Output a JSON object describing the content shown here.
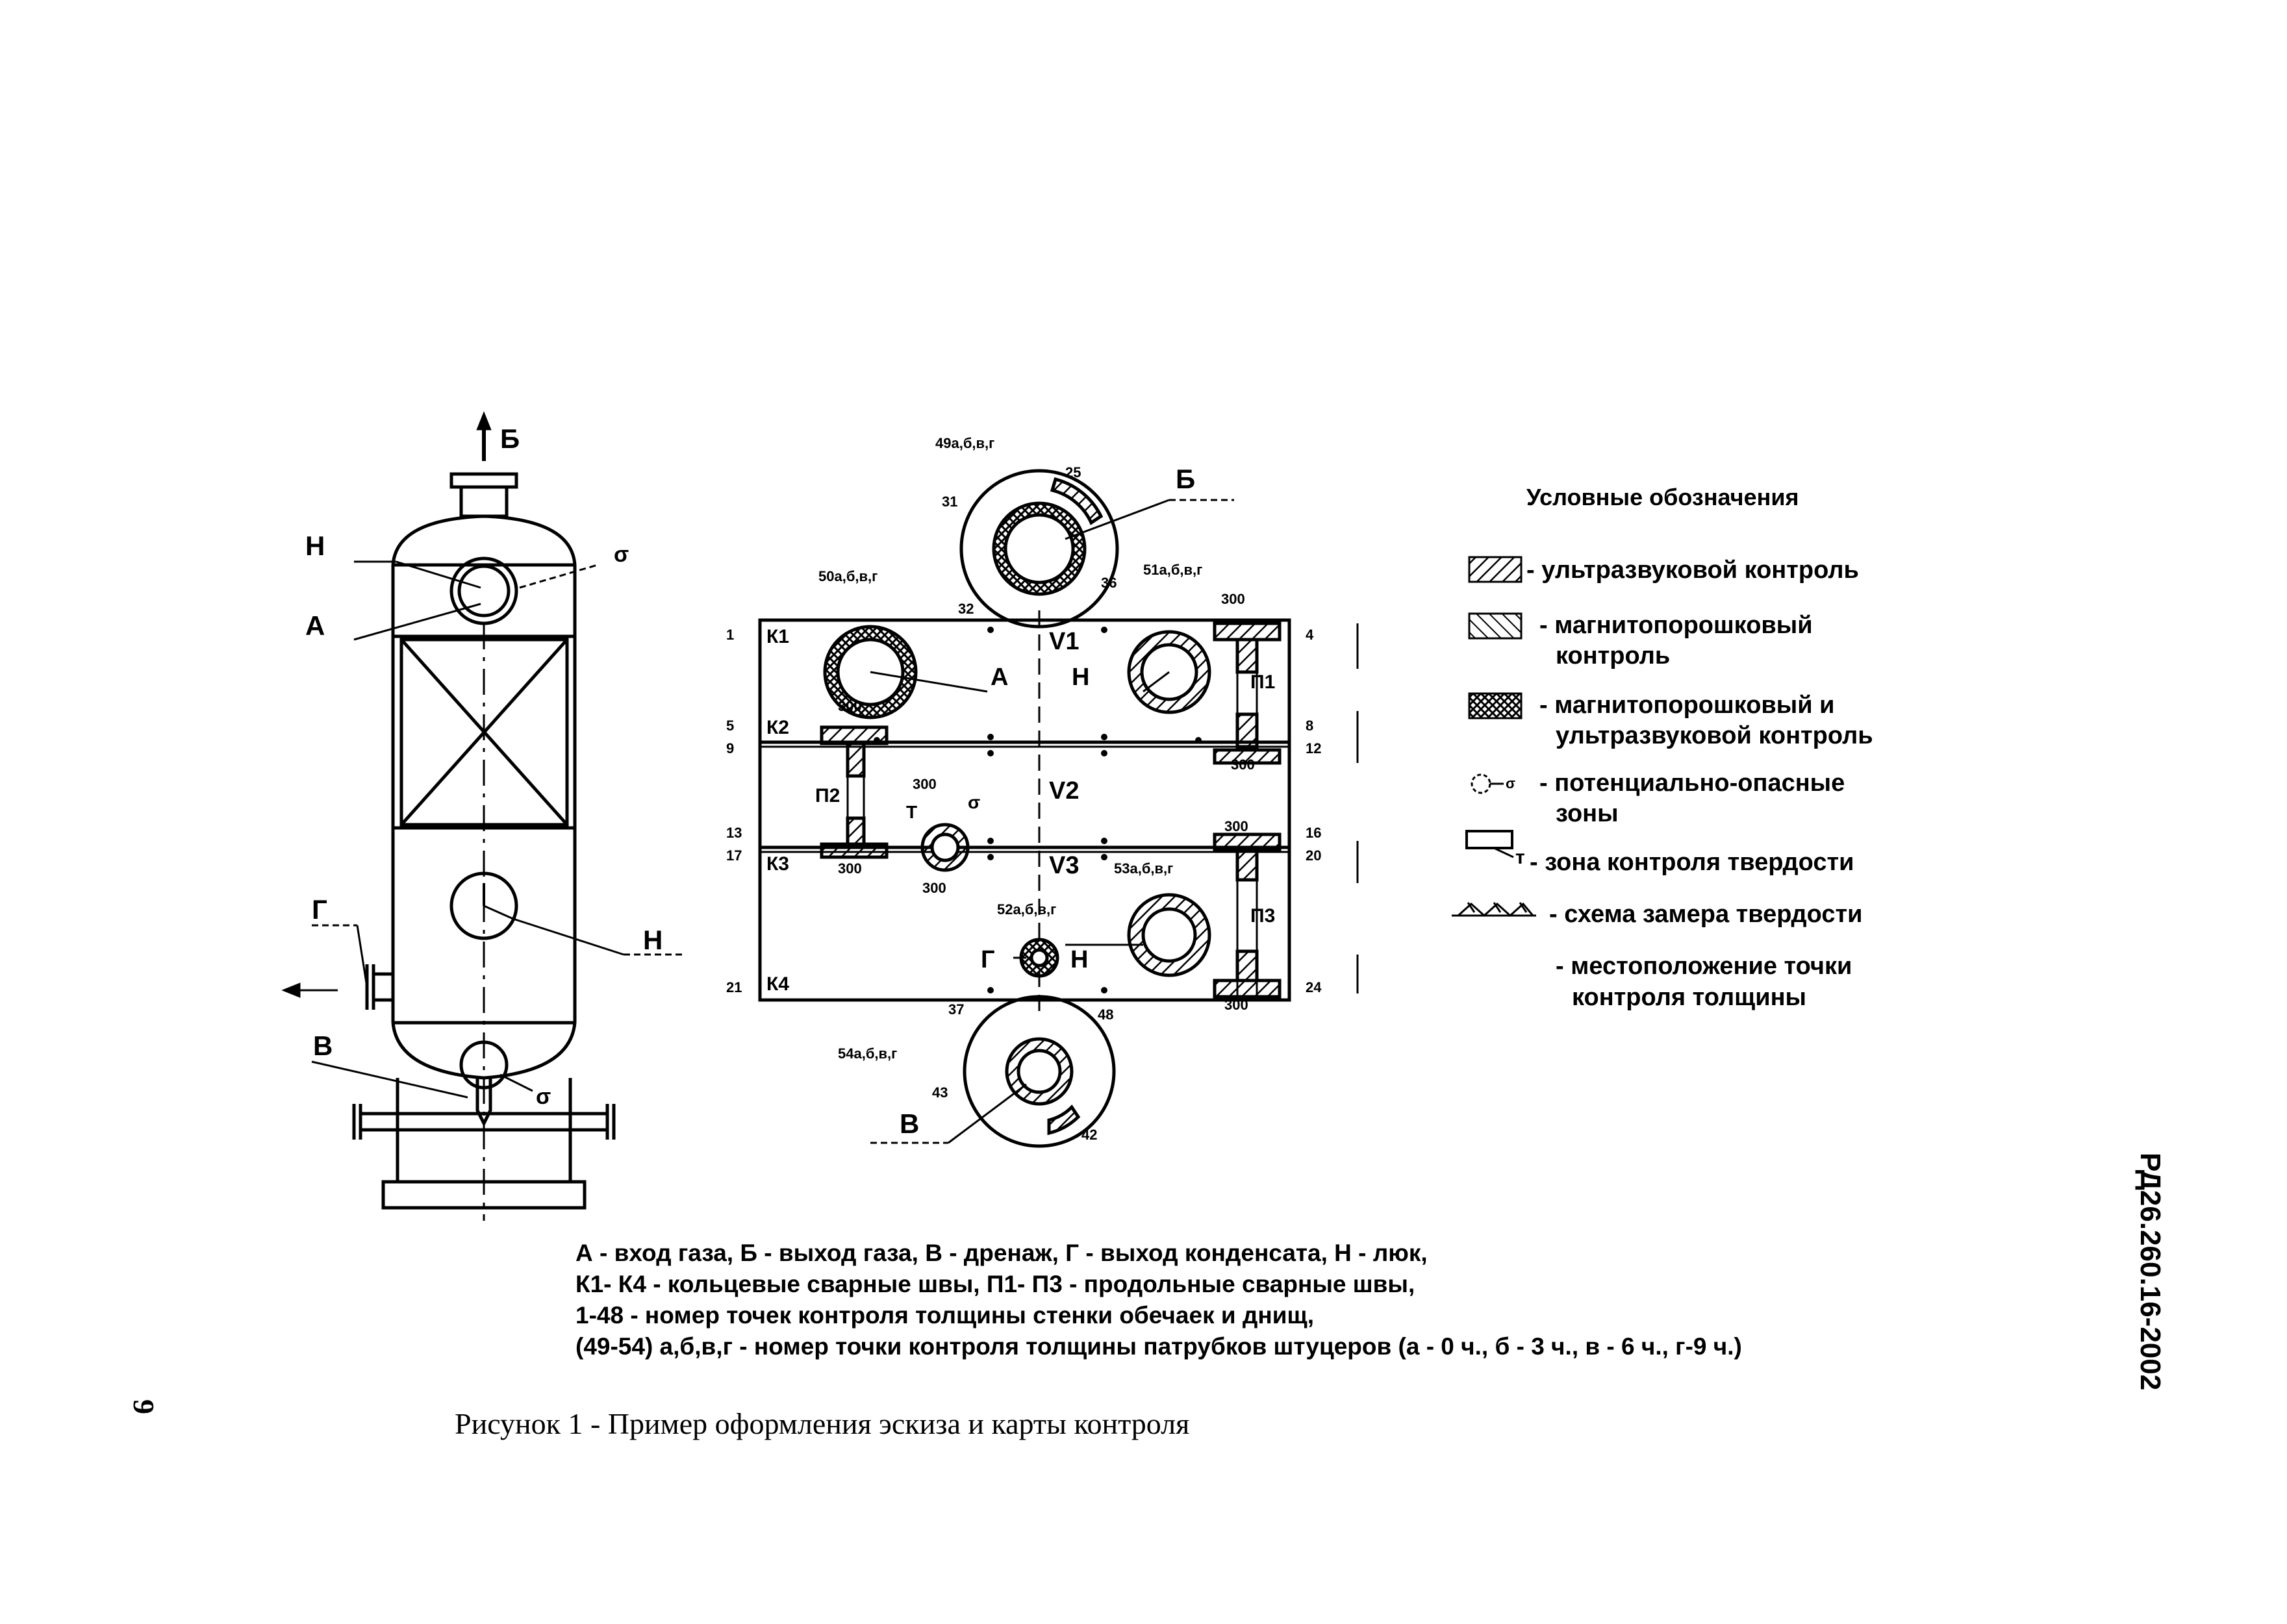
{
  "vessel_labels": {
    "gas_out": "Б",
    "hatch": "Н",
    "gas_in": "А",
    "zone_mark": "σ",
    "condensate": "Г",
    "drain": "В"
  },
  "map": {
    "nozzle_top_points": "49а,б,в,г",
    "n25": "25",
    "n31": "31",
    "n32": "32",
    "n36": "36",
    "nozzle_a_points": "50а,б,в,г",
    "nozzle_h_points": "51а,б,в,г",
    "rows": [
      "1",
      "5",
      "9",
      "13",
      "17",
      "21"
    ],
    "right_rows": [
      "4",
      "8",
      "12",
      "16",
      "20",
      "24"
    ],
    "welds": [
      "К1",
      "К2",
      "К3",
      "К4"
    ],
    "long_welds": [
      "П1",
      "П2",
      "П3"
    ],
    "zones": [
      "V1",
      "V2",
      "V3"
    ],
    "dim300": "300",
    "hardness_mark": "Т",
    "n52": "52а,б,в,г",
    "n53": "53а,б,в,г",
    "n54": "54а,б,в,г",
    "n37": "37",
    "n43": "43",
    "n48": "48",
    "n42": "42"
  },
  "legend": {
    "title": "Условные обозначения",
    "items": [
      {
        "line1": "- ультразвуковой контроль",
        "line2": ""
      },
      {
        "line1": "- магнитопорошковый",
        "line2": "контроль"
      },
      {
        "line1": "- магнитопорошковый и",
        "line2": "ультразвуковой контроль"
      },
      {
        "line1": "- потенциально-опасные",
        "line2": "зоны"
      },
      {
        "line1": "- зона контроля твердости",
        "line2": ""
      },
      {
        "line1": "- схема замера твердости",
        "line2": ""
      },
      {
        "line1": "- местоположение точки",
        "line2": "контроля толщины"
      }
    ],
    "zone_symbol": "σ",
    "hardness_symbol": "т"
  },
  "notes": [
    "А - вход газа,  Б - выход газа,  В - дренаж,  Г - выход конденсата, Н - люк,",
    "К1- К4 - кольцевые сварные швы,  П1- П3 - продольные сварные швы,",
    "1-48 - номер точек контроля толщины стенки обечаек и днищ,",
    "(49-54) а,б,в,г - номер точки контроля толщины  патрубков штуцеров (а - 0 ч., б - 3 ч., в - 6 ч., г-9 ч.)"
  ],
  "caption": "Рисунок 1 -  Пример оформления эскиза и карты контроля",
  "page_number": "9",
  "doc_id": "РД26.260.16-2002"
}
